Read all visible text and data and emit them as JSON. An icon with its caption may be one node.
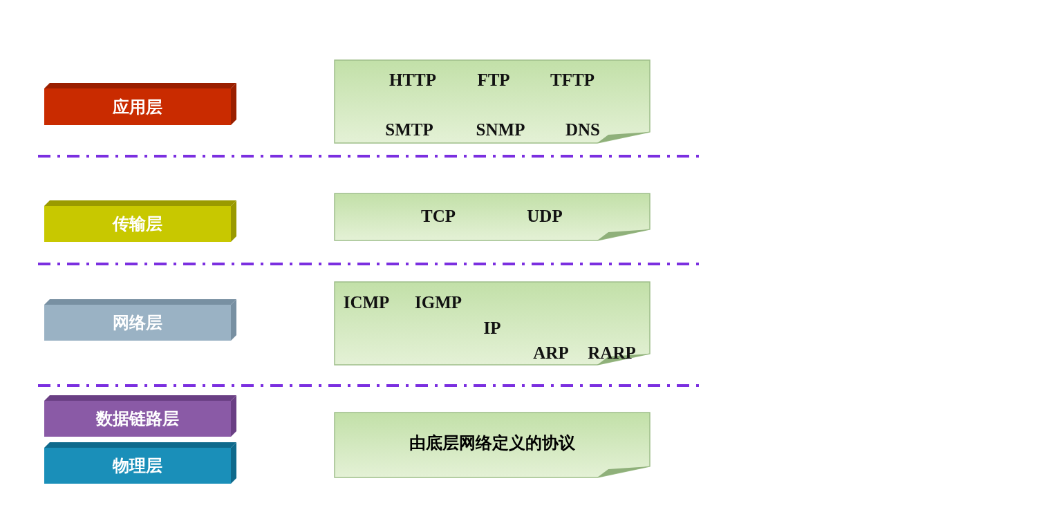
{
  "diagram": {
    "nodes": [
      {
        "text": [
          "应用层"
        ]
      },
      {
        "text": [
          "HTTP",
          "FTP",
          "TFTP",
          "SMTP",
          "SNMP",
          "DNS"
        ]
      },
      {
        "text": [
          "传输层"
        ]
      },
      {
        "text": [
          "TCP",
          "UDP"
        ]
      },
      {
        "text": [
          "网络层"
        ]
      },
      {
        "text": [
          "ICMP",
          "IGMP",
          "IP",
          "ARP",
          "RARP"
        ]
      },
      {
        "text": [
          "数据链路层"
        ]
      },
      {
        "text": [
          "物理层"
        ]
      },
      {
        "text": [
          "由底层网络定义的协议"
        ]
      }
    ]
  }
}
